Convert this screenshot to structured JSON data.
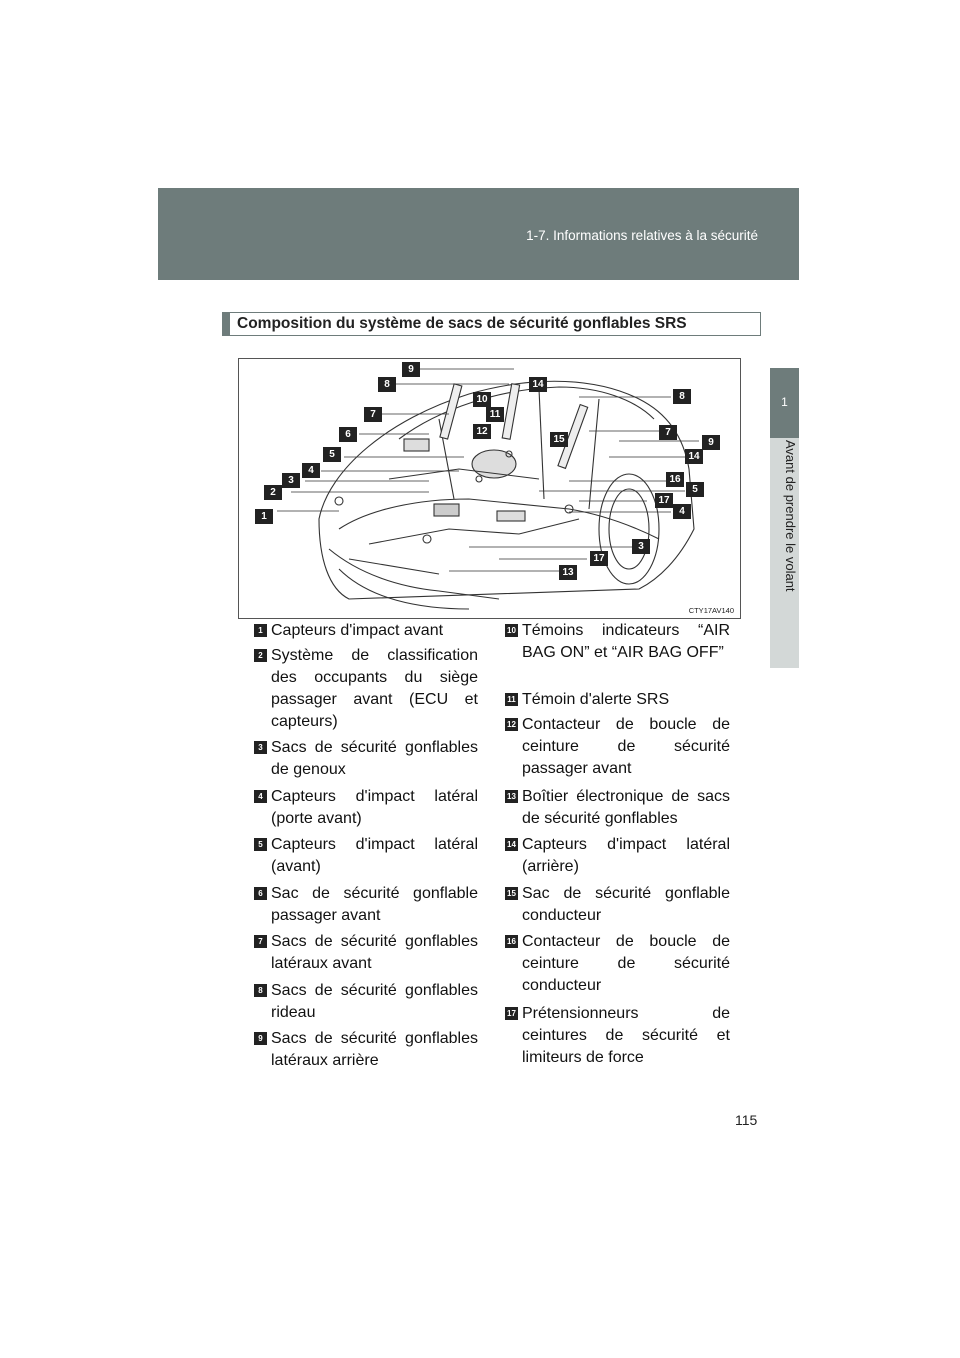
{
  "header": {
    "title": "1-7. Informations relatives à la sécurité"
  },
  "side_tab": {
    "number": "1",
    "label": "Avant de prendre le volant"
  },
  "section": {
    "title": "Composition du système de sacs de sécurité gonflables SRS"
  },
  "figure": {
    "code": "CTY17AV140",
    "callouts": [
      "9",
      "8",
      "14",
      "10",
      "8",
      "7",
      "11",
      "6",
      "12",
      "7",
      "15",
      "9",
      "5",
      "14",
      "4",
      "16",
      "3",
      "5",
      "2",
      "17",
      "1",
      "4",
      "3",
      "17",
      "13"
    ]
  },
  "items": [
    {
      "num": "1",
      "text": "Capteurs d'impact avant"
    },
    {
      "num": "2",
      "text": "Système de classification des occupants du siège passager avant (ECU et capteurs)"
    },
    {
      "num": "3",
      "text": "Sacs de sécurité gonflables de genoux"
    },
    {
      "num": "4",
      "text": "Capteurs d'impact latéral (porte avant)"
    },
    {
      "num": "5",
      "text": "Capteurs d'impact latéral (avant)"
    },
    {
      "num": "6",
      "text": "Sac de sécurité gonflable passager avant"
    },
    {
      "num": "7",
      "text": "Sacs de sécurité gonflables latéraux avant"
    },
    {
      "num": "8",
      "text": "Sacs de sécurité gonflables rideau"
    },
    {
      "num": "9",
      "text": "Sacs de sécurité gonflables latéraux arrière"
    },
    {
      "num": "10",
      "text": "Témoins indicateurs “AIR BAG ON” et “AIR BAG OFF”"
    },
    {
      "num": "11",
      "text": "Témoin d'alerte SRS"
    },
    {
      "num": "12",
      "text": "Contacteur de boucle de ceinture de sécurité passager avant"
    },
    {
      "num": "13",
      "text": "Boîtier électronique de sacs de sécurité gonflables"
    },
    {
      "num": "14",
      "text": "Capteurs d'impact latéral (arrière)"
    },
    {
      "num": "15",
      "text": "Sac de sécurité gonflable conducteur"
    },
    {
      "num": "16",
      "text": "Contacteur de boucle de ceinture de sécurité conducteur"
    },
    {
      "num": "17",
      "text": "Prétensionneurs de ceintures de sécurité et limiteurs de force"
    }
  ],
  "page_number": "115"
}
